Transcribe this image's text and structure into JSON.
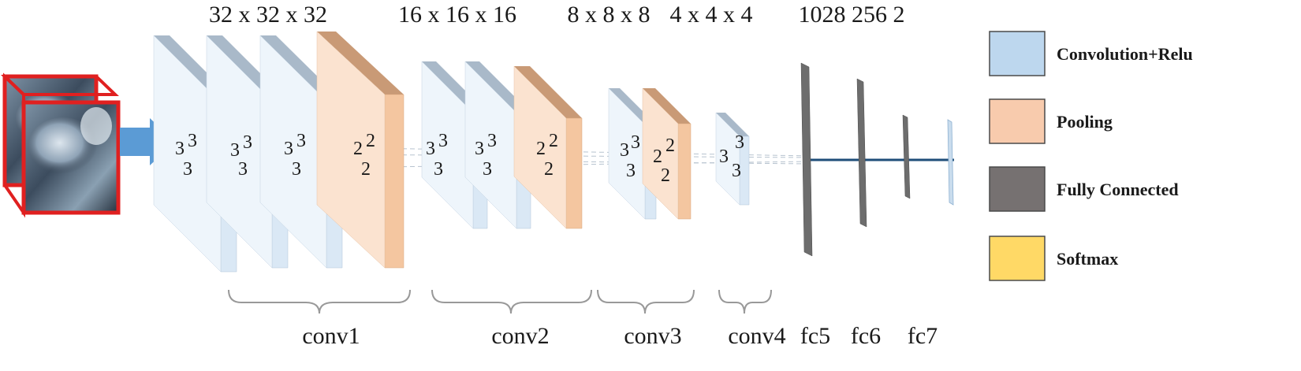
{
  "dimensions": [
    {
      "id": "conv1",
      "text": "32 x 32 x 32"
    },
    {
      "id": "conv2",
      "text": "16 x 16 x 16"
    },
    {
      "id": "conv3",
      "text": "8 x 8 x 8"
    },
    {
      "id": "conv4",
      "text": "4 x 4 x 4"
    },
    {
      "id": "fc",
      "text": "1028 256 2"
    }
  ],
  "groups": [
    {
      "id": "conv1",
      "label": "conv1"
    },
    {
      "id": "conv2",
      "label": "conv2"
    },
    {
      "id": "conv3",
      "label": "conv3"
    },
    {
      "id": "conv4",
      "label": "conv4"
    },
    {
      "id": "fc5",
      "label": "fc5"
    },
    {
      "id": "fc6",
      "label": "fc6"
    },
    {
      "id": "fc7",
      "label": "fc7"
    }
  ],
  "kernel_labels": {
    "conv": "3",
    "pool": "2"
  },
  "legend": [
    {
      "label": "Convolution+Relu",
      "color": "#bdd7ee"
    },
    {
      "label": "Pooling",
      "color": "#f8cbad"
    },
    {
      "label": "Fully Connected",
      "color": "#767171"
    },
    {
      "label": "Softmax",
      "color": "#ffd966"
    }
  ],
  "colors": {
    "conv_face": "#eef5fb",
    "conv_side": "#dae8f5",
    "conv_top": "#a9b9c9",
    "pool_face": "#fbe3d0",
    "pool_side": "#f4c6a0",
    "pool_top": "#c99a76",
    "fc": "#6d6d6d",
    "softmax": "#c9dced",
    "arrow": "#5b9bd5",
    "input_frame": "#e02020",
    "line": "#1f4e79",
    "brace": "#999999"
  }
}
